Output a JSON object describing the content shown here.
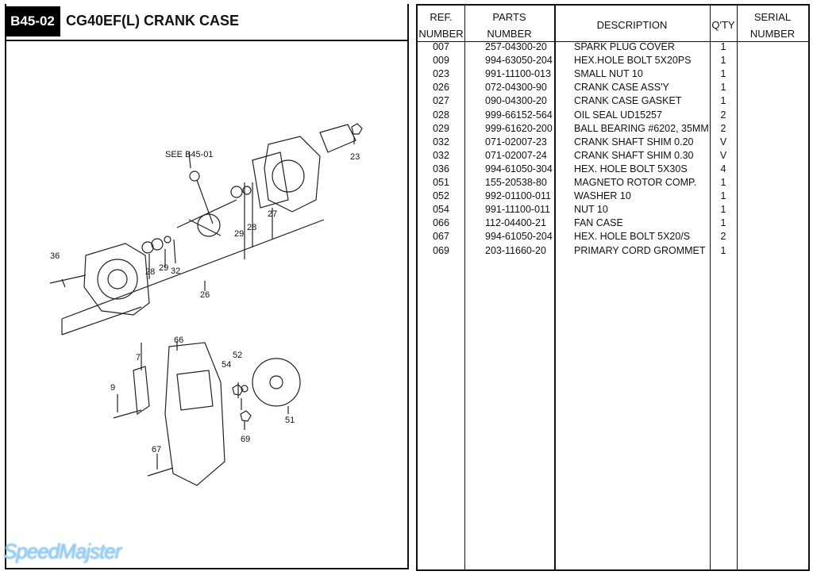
{
  "header": {
    "code": "B45-02",
    "title": "CG40EF(L) CRANK CASE"
  },
  "diagram": {
    "labels": {
      "see": "SEE B45-01",
      "l23": "23",
      "l27": "27",
      "l28a": "28",
      "l29a": "29",
      "l36": "36",
      "l28b": "28",
      "l29b": "29",
      "l32": "32",
      "l26": "26",
      "l7": "7",
      "l66": "66",
      "l52": "52",
      "l54": "54",
      "l9": "9",
      "l51": "51",
      "l69": "69",
      "l67": "67"
    }
  },
  "table": {
    "headers": {
      "ref1": "REF.",
      "ref2": "NUMBER",
      "parts1": "PARTS",
      "parts2": "NUMBER",
      "desc": "DESCRIPTION",
      "qty": "Q'TY",
      "serial1": "SERIAL",
      "serial2": "NUMBER"
    },
    "rows": [
      {
        "ref": "007",
        "part": "257-04300-20",
        "desc": "SPARK PLUG COVER",
        "qty": "1"
      },
      {
        "ref": "009",
        "part": "994-63050-204",
        "desc": "HEX.HOLE BOLT 5X20PS",
        "qty": "1"
      },
      {
        "ref": "023",
        "part": "991-11100-013",
        "desc": "SMALL NUT 10",
        "qty": "1"
      },
      {
        "ref": "026",
        "part": "072-04300-90",
        "desc": "CRANK CASE ASS'Y",
        "qty": "1"
      },
      {
        "ref": "027",
        "part": "090-04300-20",
        "desc": "CRANK CASE GASKET",
        "qty": "1"
      },
      {
        "ref": "028",
        "part": "999-66152-564",
        "desc": "OIL SEAL UD15257",
        "qty": "2"
      },
      {
        "ref": "029",
        "part": "999-61620-200",
        "desc": "BALL BEARING #6202, 35MM",
        "qty": "2"
      },
      {
        "ref": "032",
        "part": "071-02007-23",
        "desc": "CRANK SHAFT SHIM 0.20",
        "qty": "V"
      },
      {
        "ref": "032",
        "part": "071-02007-24",
        "desc": "CRANK SHAFT SHIM 0.30",
        "qty": "V"
      },
      {
        "ref": "036",
        "part": "994-61050-304",
        "desc": "HEX. HOLE BOLT 5X30S",
        "qty": "4"
      },
      {
        "ref": "051",
        "part": "155-20538-80",
        "desc": "MAGNETO ROTOR COMP.",
        "qty": "1"
      },
      {
        "ref": "052",
        "part": "992-01100-011",
        "desc": "WASHER 10",
        "qty": "1"
      },
      {
        "ref": "054",
        "part": "991-11100-011",
        "desc": "NUT 10",
        "qty": "1"
      },
      {
        "ref": "066",
        "part": "112-04400-21",
        "desc": "FAN CASE",
        "qty": "1"
      },
      {
        "ref": "067",
        "part": "994-61050-204",
        "desc": "HEX. HOLE BOLT 5X20/S",
        "qty": "2"
      },
      {
        "ref": "069",
        "part": "203-11660-20",
        "desc": "PRIMARY CORD GROMMET",
        "qty": "1"
      }
    ]
  },
  "watermark": "SpeedMajster"
}
